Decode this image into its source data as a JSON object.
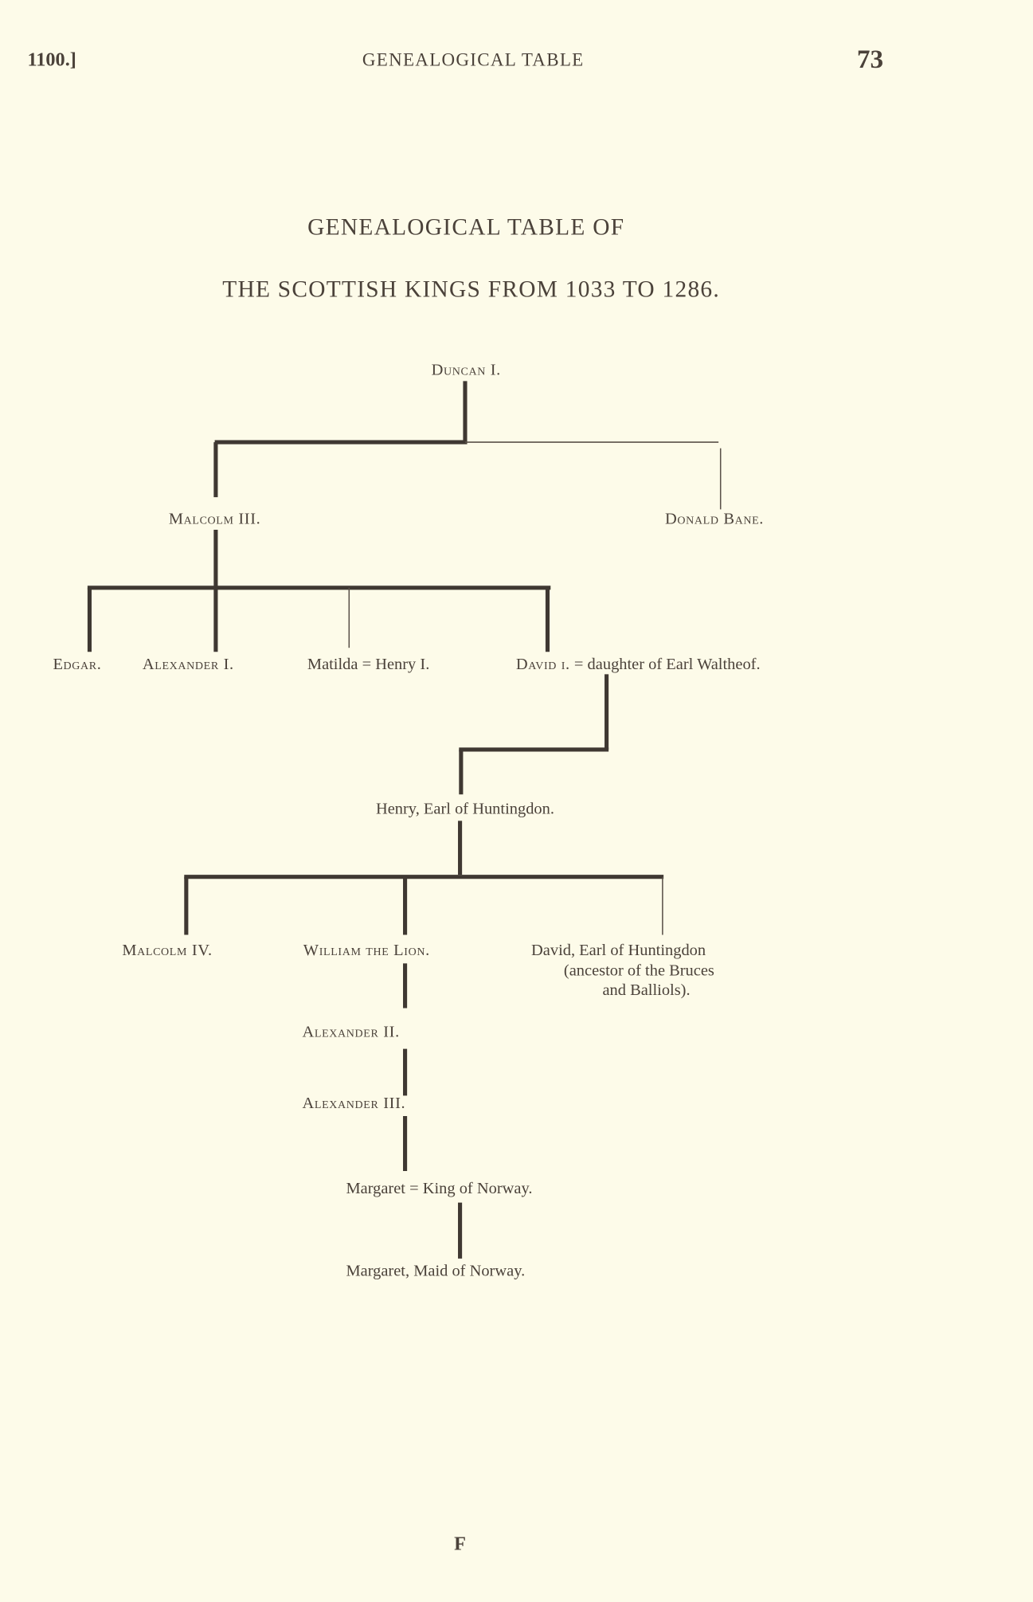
{
  "header": {
    "left": "1100.]",
    "center": "GENEALOGICAL TABLE",
    "page_number": "73"
  },
  "title": {
    "line1": "GENEALOGICAL TABLE OF",
    "line2": "THE SCOTTISH KINGS FROM 1033 TO 1286."
  },
  "tree": {
    "duncan": "Duncan I.",
    "malcolm3": "Malcolm III.",
    "donald": "Donald Bane.",
    "edgar": "Edgar.",
    "alexander1": "Alexander I.",
    "matilda": "Matilda = Henry I.",
    "david1_name": "David i.",
    "david1_spouse": " = daughter of Earl Waltheof.",
    "henry": "Henry, Earl of Huntingdon.",
    "malcolm4": "Malcolm IV.",
    "william": "William the Lion.",
    "david_earl": "David, Earl of Huntingdon",
    "david_earl_note1": "(ancestor of the Bruces",
    "david_earl_note2": "and Balliols).",
    "alexander2": "Alexander II.",
    "alexander3": "Alexander III.",
    "margaret": "Margaret = King of Norway.",
    "maid": "Margaret, Maid of Norway."
  },
  "footer": {
    "signature": "F"
  }
}
